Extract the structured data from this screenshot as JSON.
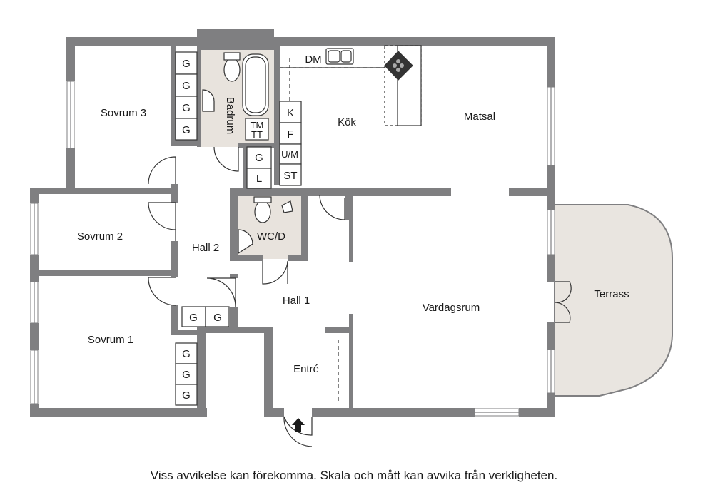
{
  "rooms": {
    "sovrum3": "Sovrum 3",
    "sovrum2": "Sovrum 2",
    "sovrum1": "Sovrum 1",
    "badrum": "Badrum",
    "kok": "Kök",
    "matsal": "Matsal",
    "hall2": "Hall 2",
    "hall1": "Hall 1",
    "wcd": "WC/D",
    "vardagsrum": "Vardagsrum",
    "terrass": "Terrass",
    "entre": "Entré"
  },
  "appliances": {
    "dm": "DM",
    "tm": "TM",
    "tt": "TT",
    "k": "K",
    "f": "F",
    "um": "U/M",
    "st": "ST",
    "l": "L",
    "g": "G"
  },
  "disclaimer": "Viss avvikelse kan förekomma. Skala och mått kan avvika från verkligheten."
}
